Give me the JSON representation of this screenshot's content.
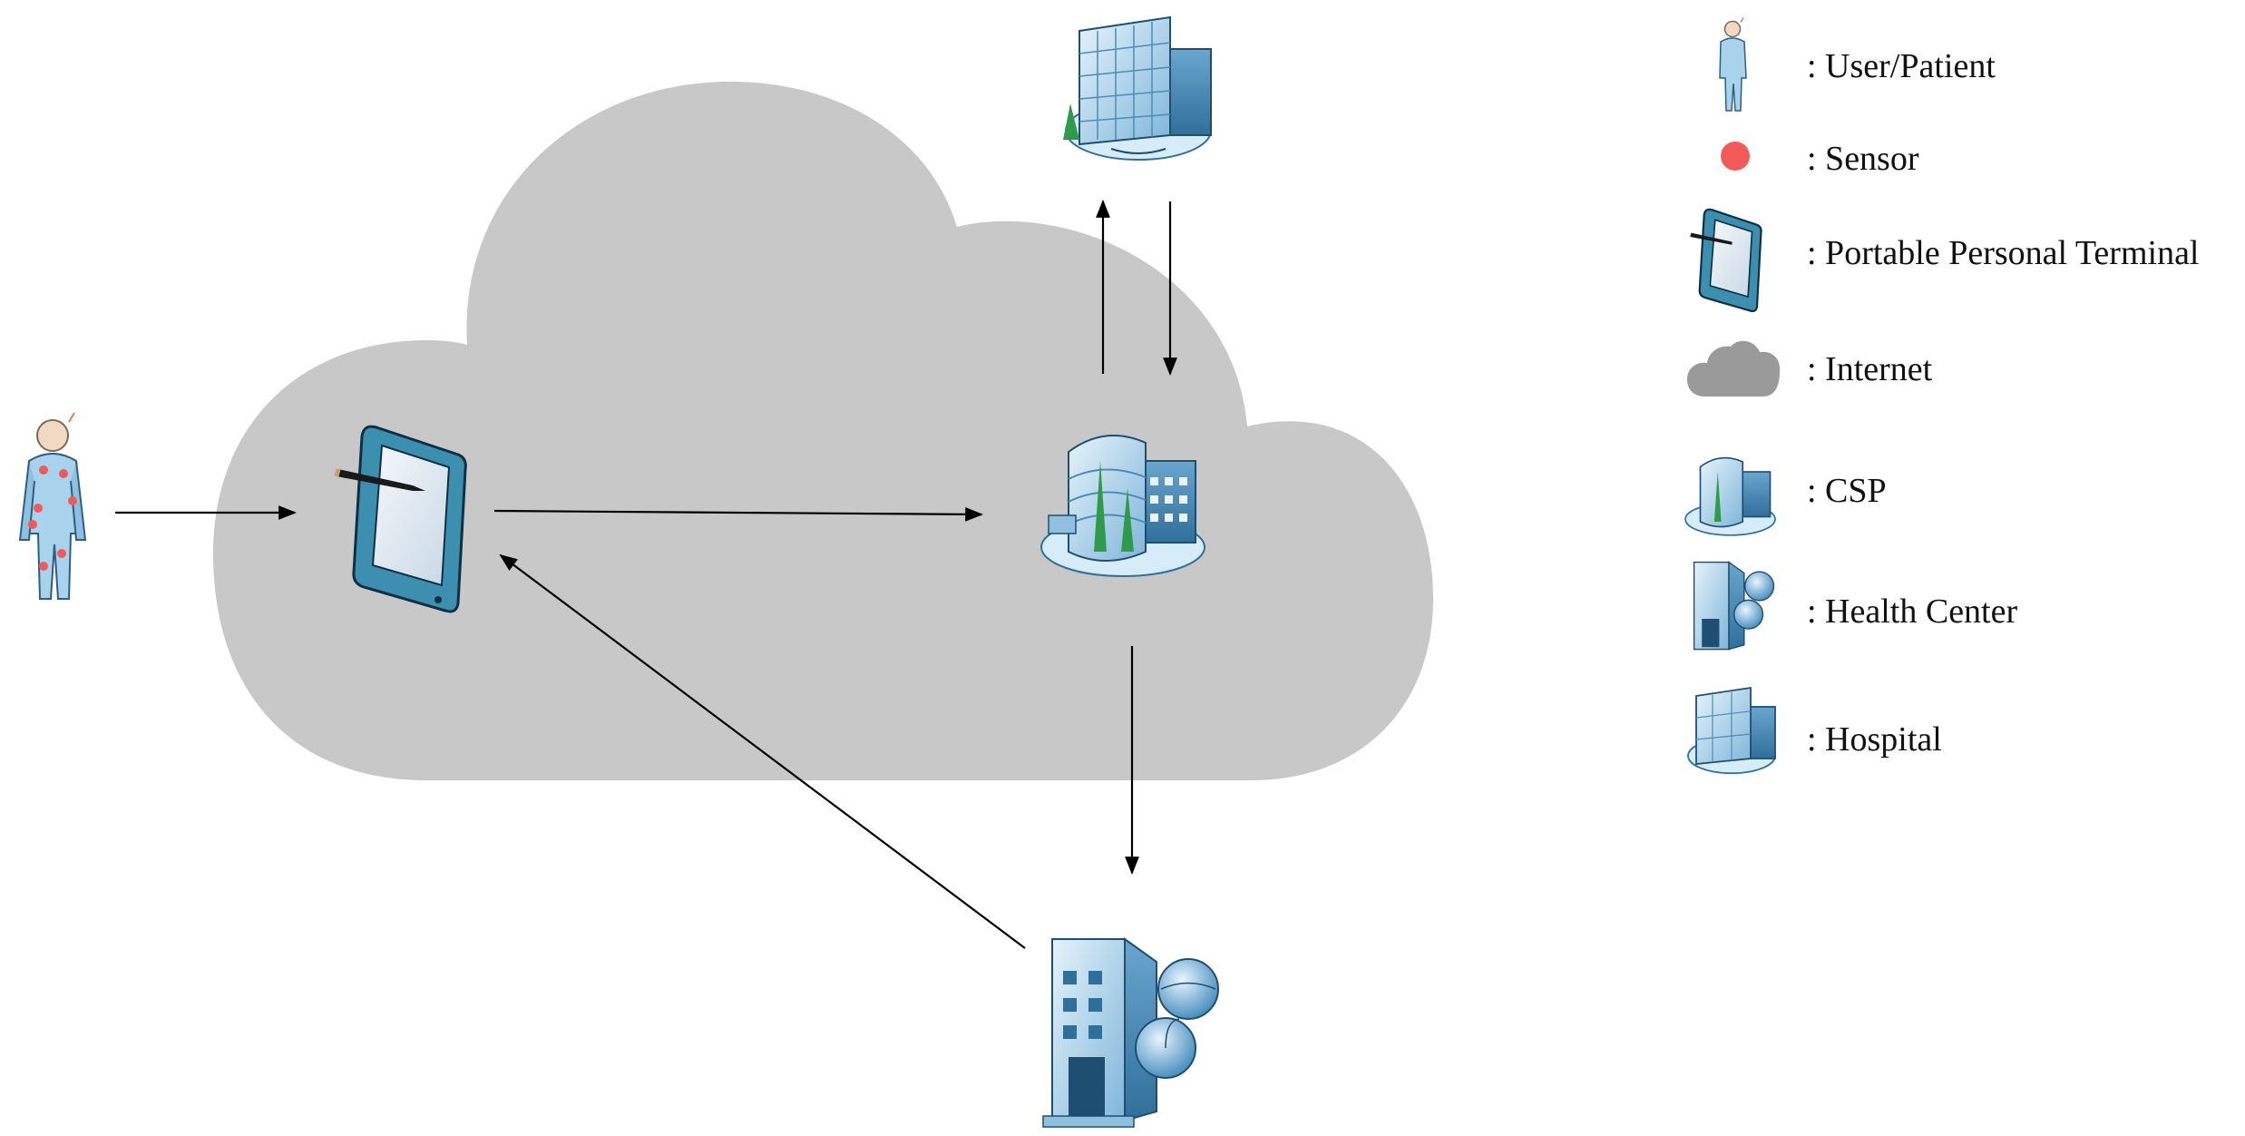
{
  "diagram": {
    "nodes": [
      {
        "id": "patient",
        "kind": "User/Patient",
        "icon": "patient-icon"
      },
      {
        "id": "terminal",
        "kind": "Portable Personal Terminal",
        "icon": "tablet-icon"
      },
      {
        "id": "csp",
        "kind": "CSP",
        "icon": "csp-building-icon"
      },
      {
        "id": "hospital",
        "kind": "Hospital",
        "icon": "hospital-building-icon"
      },
      {
        "id": "health_center",
        "kind": "Health Center",
        "icon": "health-center-building-icon"
      }
    ],
    "edges": [
      {
        "from": "patient",
        "to": "terminal"
      },
      {
        "from": "terminal",
        "to": "csp"
      },
      {
        "from": "csp",
        "to": "hospital"
      },
      {
        "from": "hospital",
        "to": "csp"
      },
      {
        "from": "csp",
        "to": "health_center"
      },
      {
        "from": "health_center",
        "to": "terminal"
      }
    ]
  },
  "legend": {
    "items": [
      {
        "icon": "patient-icon",
        "label": ": User/Patient"
      },
      {
        "icon": "sensor-dot-icon",
        "label": ": Sensor"
      },
      {
        "icon": "tablet-icon",
        "label": ": Portable Personal Terminal"
      },
      {
        "icon": "cloud-icon",
        "label": ": Internet"
      },
      {
        "icon": "csp-building-icon",
        "label": ": CSP"
      },
      {
        "icon": "health-center-building-icon",
        "label": ": Health Center"
      },
      {
        "icon": "hospital-building-icon",
        "label": ": Hospital"
      }
    ]
  },
  "colors": {
    "cloud": "#c8c8c8",
    "sensor": "#f25a5a",
    "building_light": "#cfe6f5",
    "building_mid": "#8fc0e0",
    "building_dark": "#4a8db8",
    "tablet_frame": "#3d8fb0",
    "arrow": "#000000"
  }
}
